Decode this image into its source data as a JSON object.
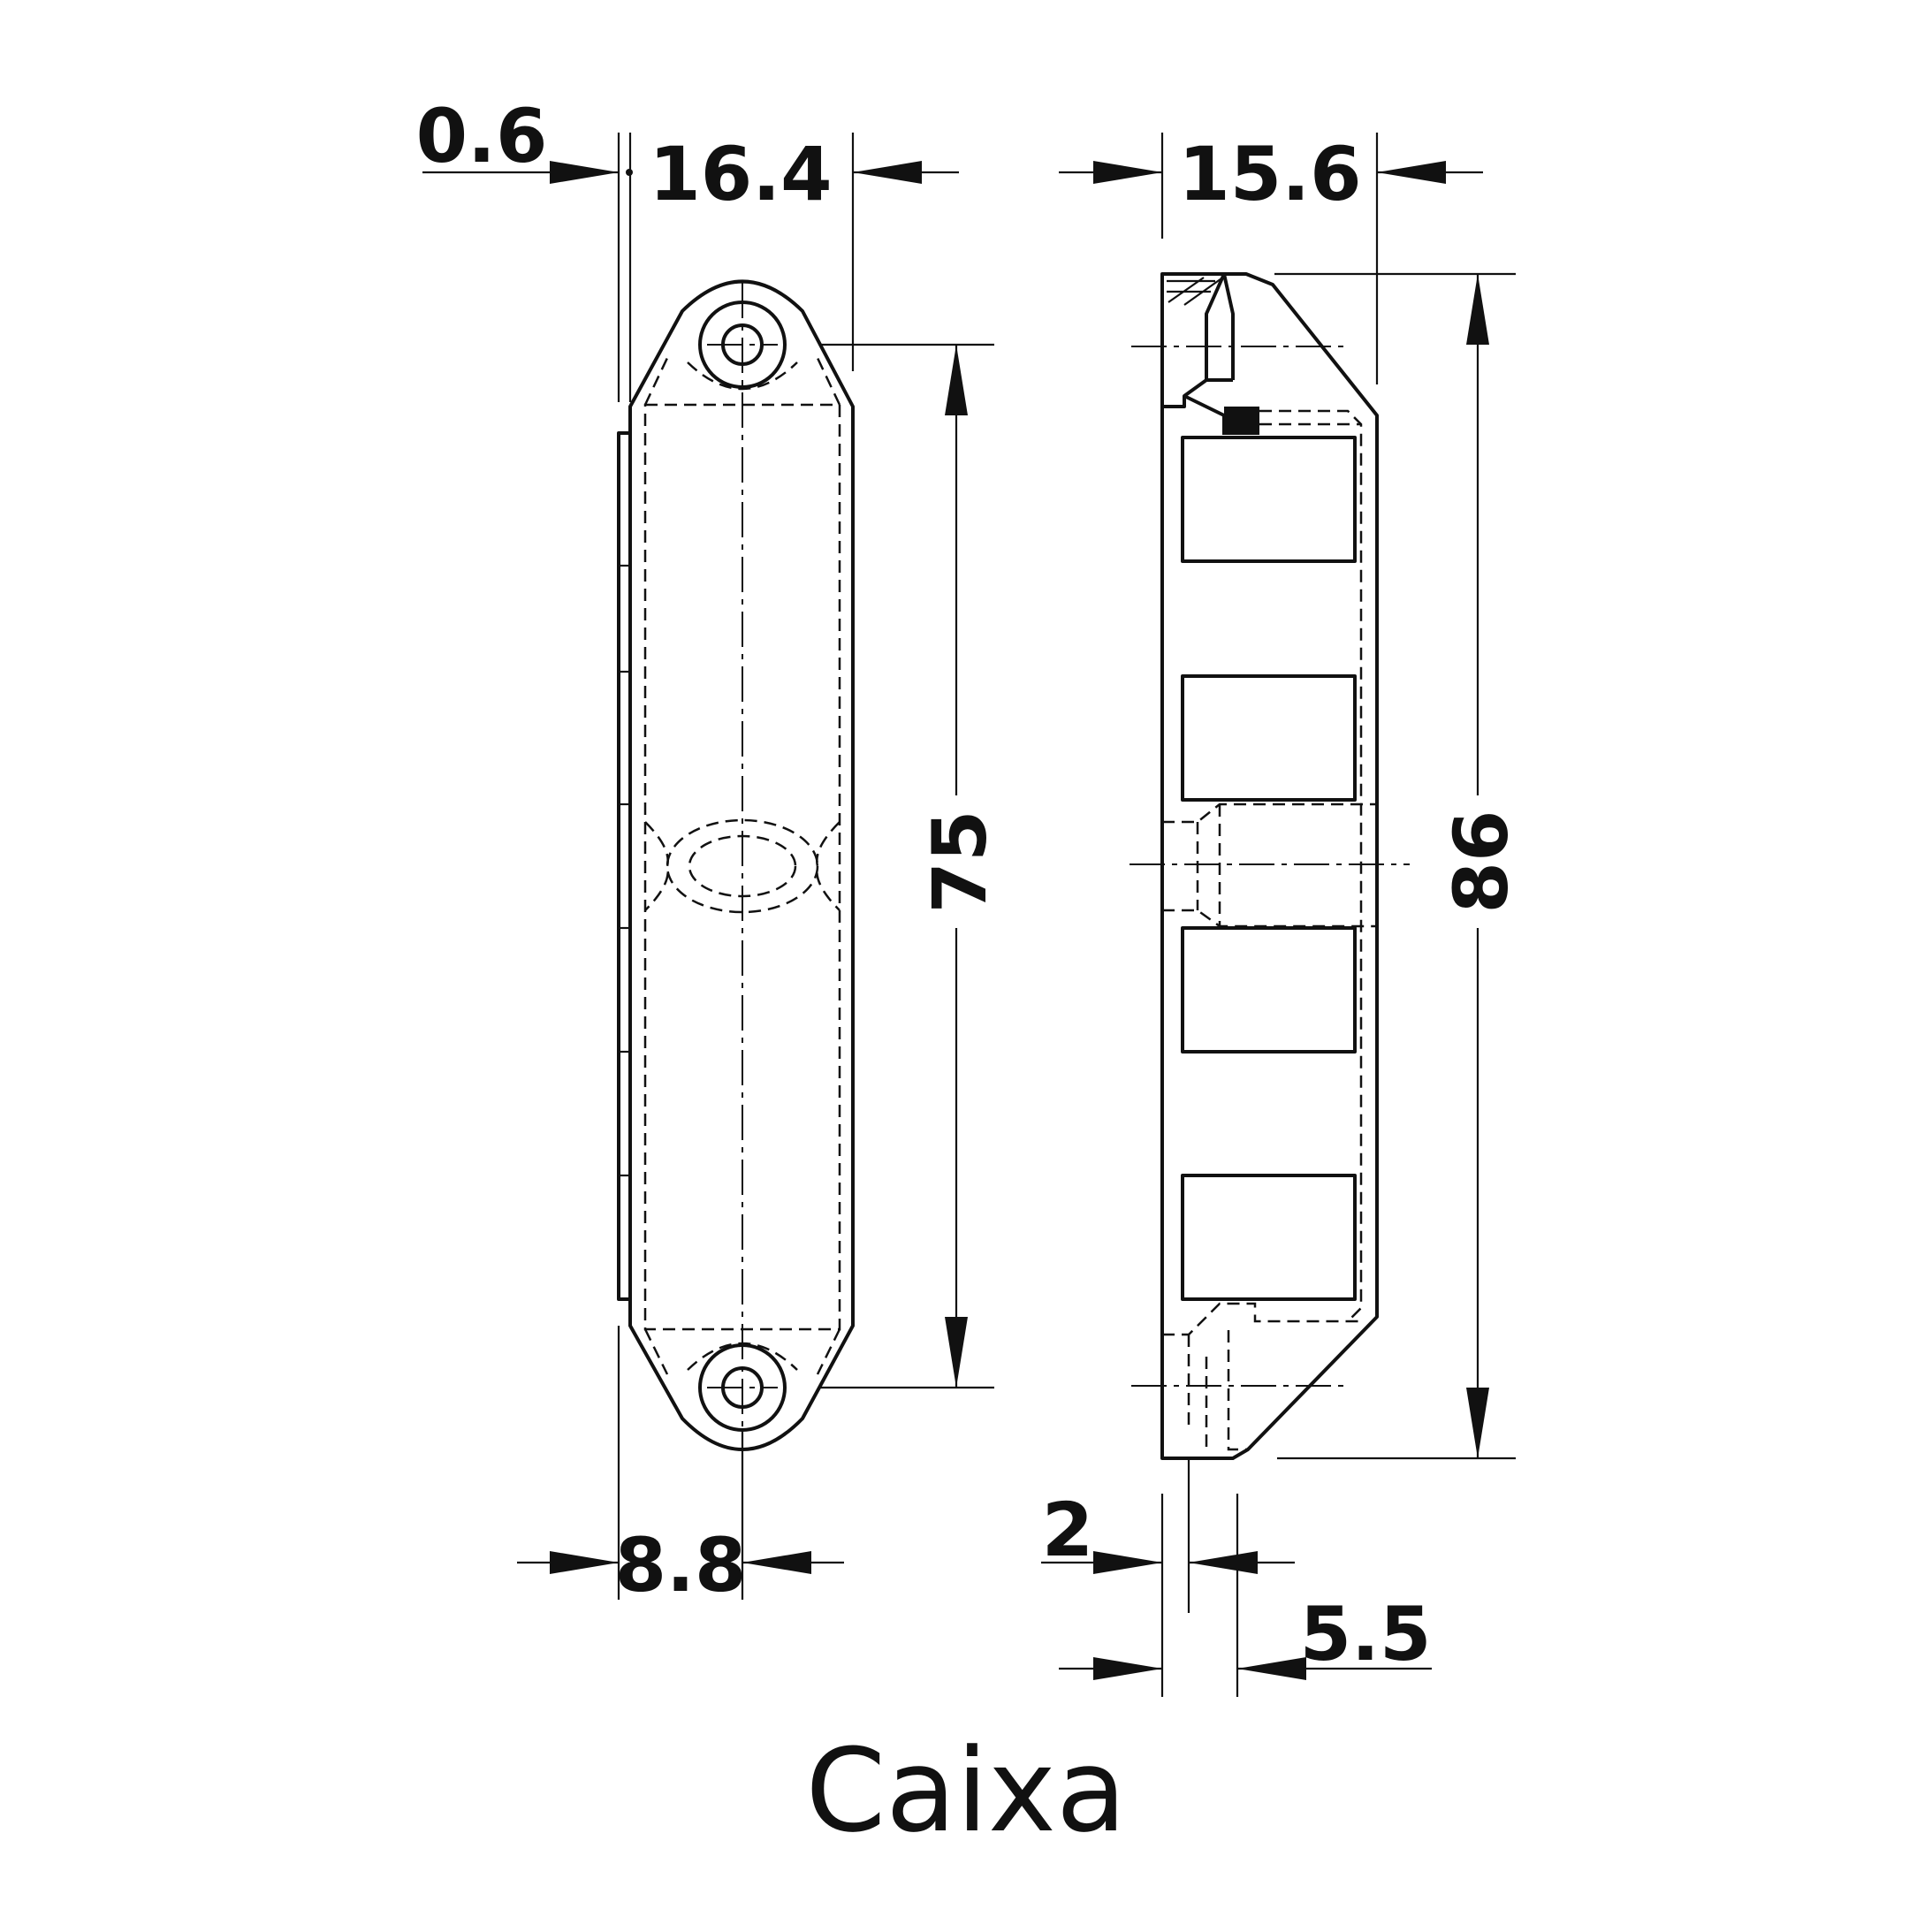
{
  "caption": "Caixa",
  "front_view": {
    "dim_top_offset": "0.6",
    "dim_width": "16.4",
    "dim_hole_spacing": "75",
    "dim_hole_offset": "8.8"
  },
  "side_view": {
    "dim_depth": "15.6",
    "dim_length": "86",
    "dim_lip": "2",
    "dim_step": "5.5"
  }
}
